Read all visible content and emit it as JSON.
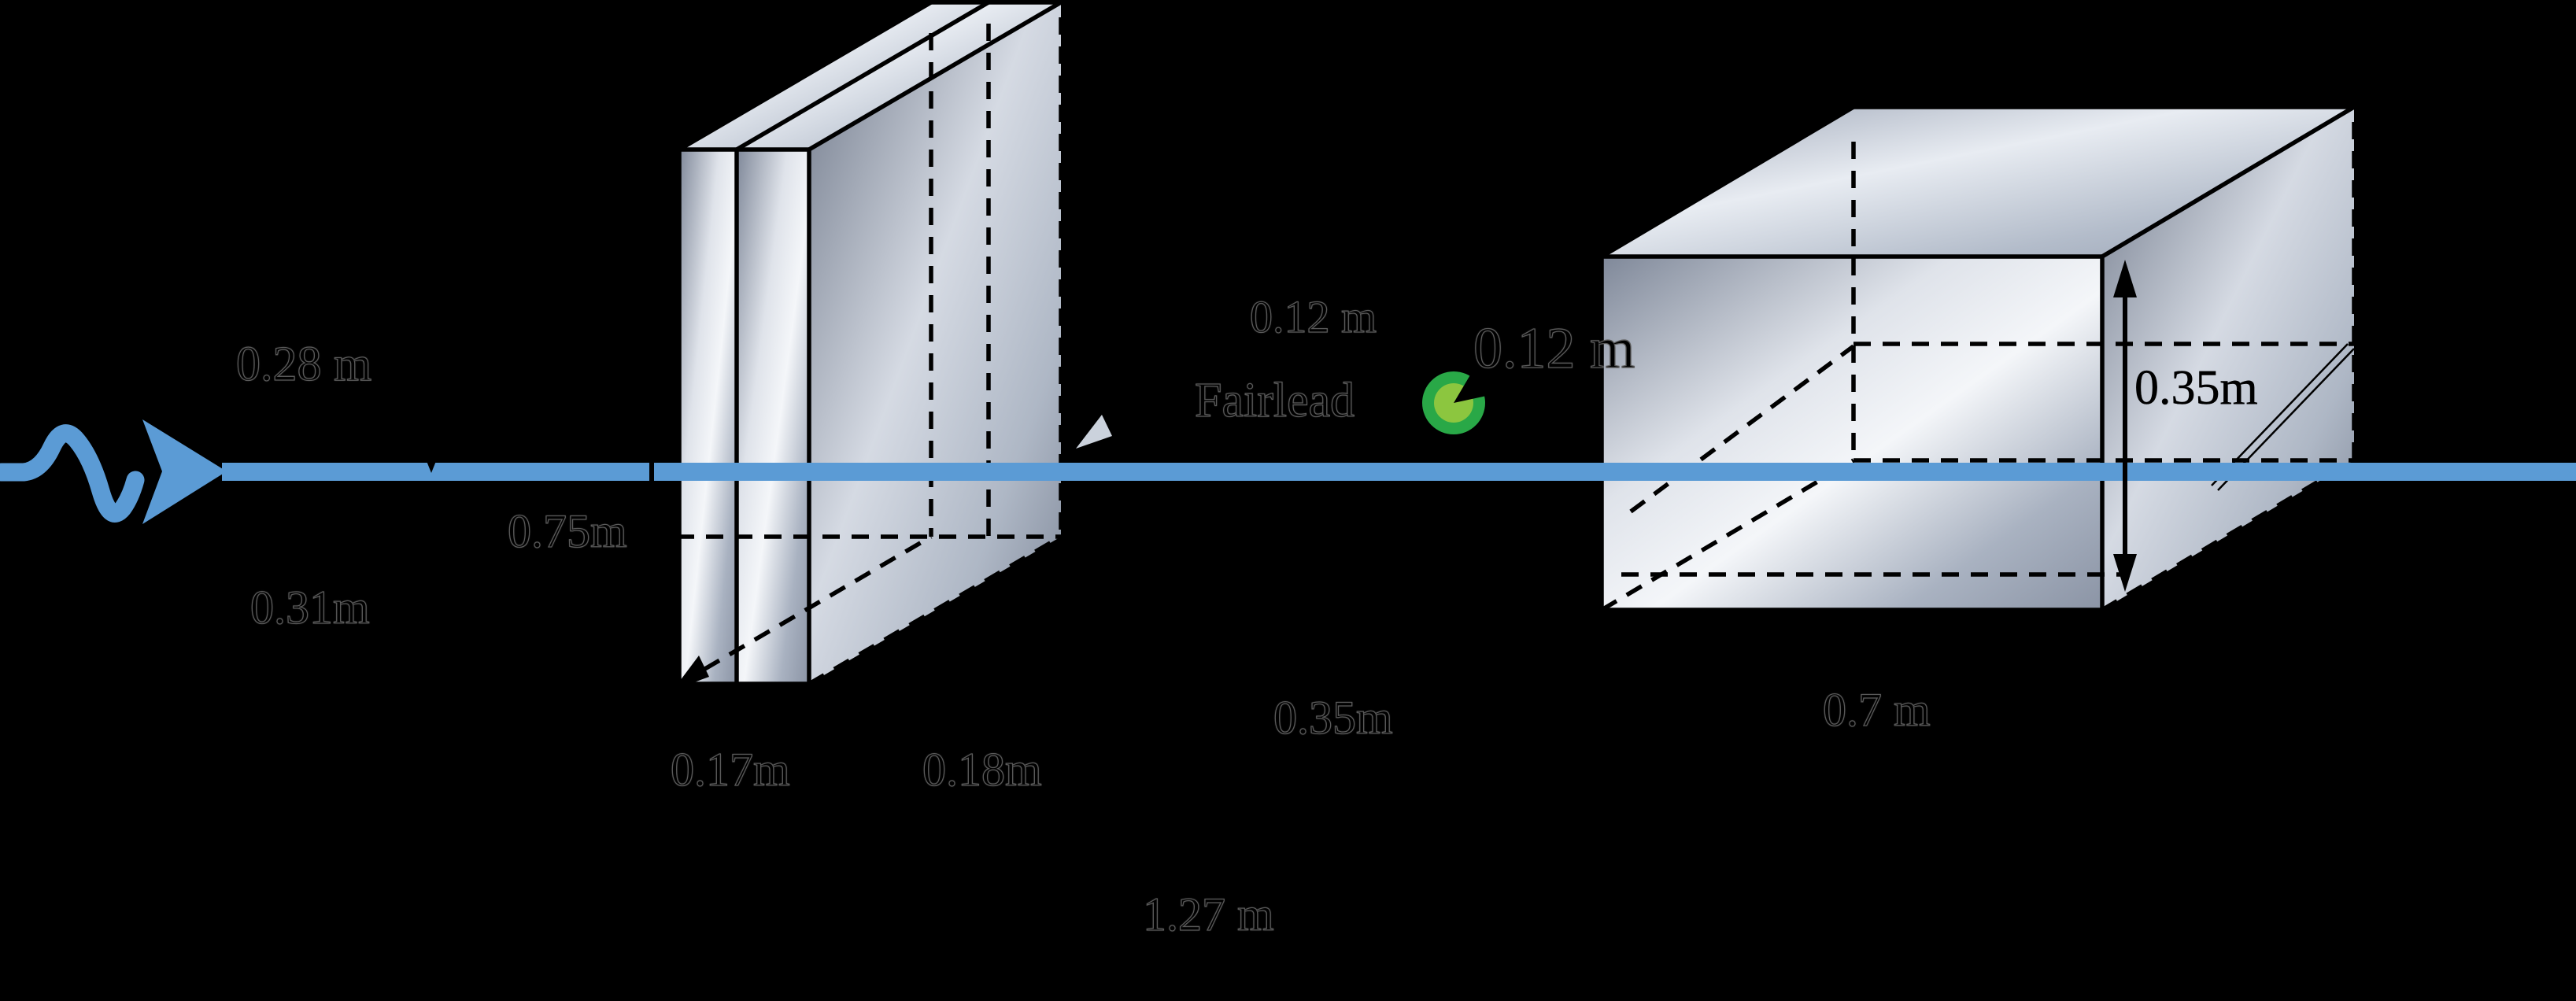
{
  "colors": {
    "background": "#000000",
    "water": "#5b9bd5",
    "edge": "#000000",
    "fairlead_outer": "#29a847",
    "fairlead_inner": "#8cc63f",
    "mooring_arrow_grey": "#cbd2dc",
    "box_face_light": "#f4f6f9",
    "box_face_mid": "#a9b2c1",
    "box_face_dark": "#7f8899"
  },
  "labels": [
    {
      "name": "dim-0-28",
      "text": "0.28 m"
    },
    {
      "name": "dim-0-31",
      "text": "0.31m"
    },
    {
      "name": "dim-0-75",
      "text": "0.75m"
    },
    {
      "name": "dim-0-17",
      "text": "0.17m"
    },
    {
      "name": "dim-0-18",
      "text": "0.18m"
    },
    {
      "name": "dim-0-12-small",
      "text": "0.12 m"
    },
    {
      "name": "fairlead",
      "text": "Fairlead"
    },
    {
      "name": "dim-0-12-large",
      "text": "0.12 m"
    },
    {
      "name": "dim-0-35-mid",
      "text": "0.35m"
    },
    {
      "name": "dim-0-7",
      "text": "0.7 m"
    },
    {
      "name": "dim-0-35-box",
      "text": "0.35m"
    },
    {
      "name": "dim-1-27",
      "text": "1.27 m"
    }
  ]
}
